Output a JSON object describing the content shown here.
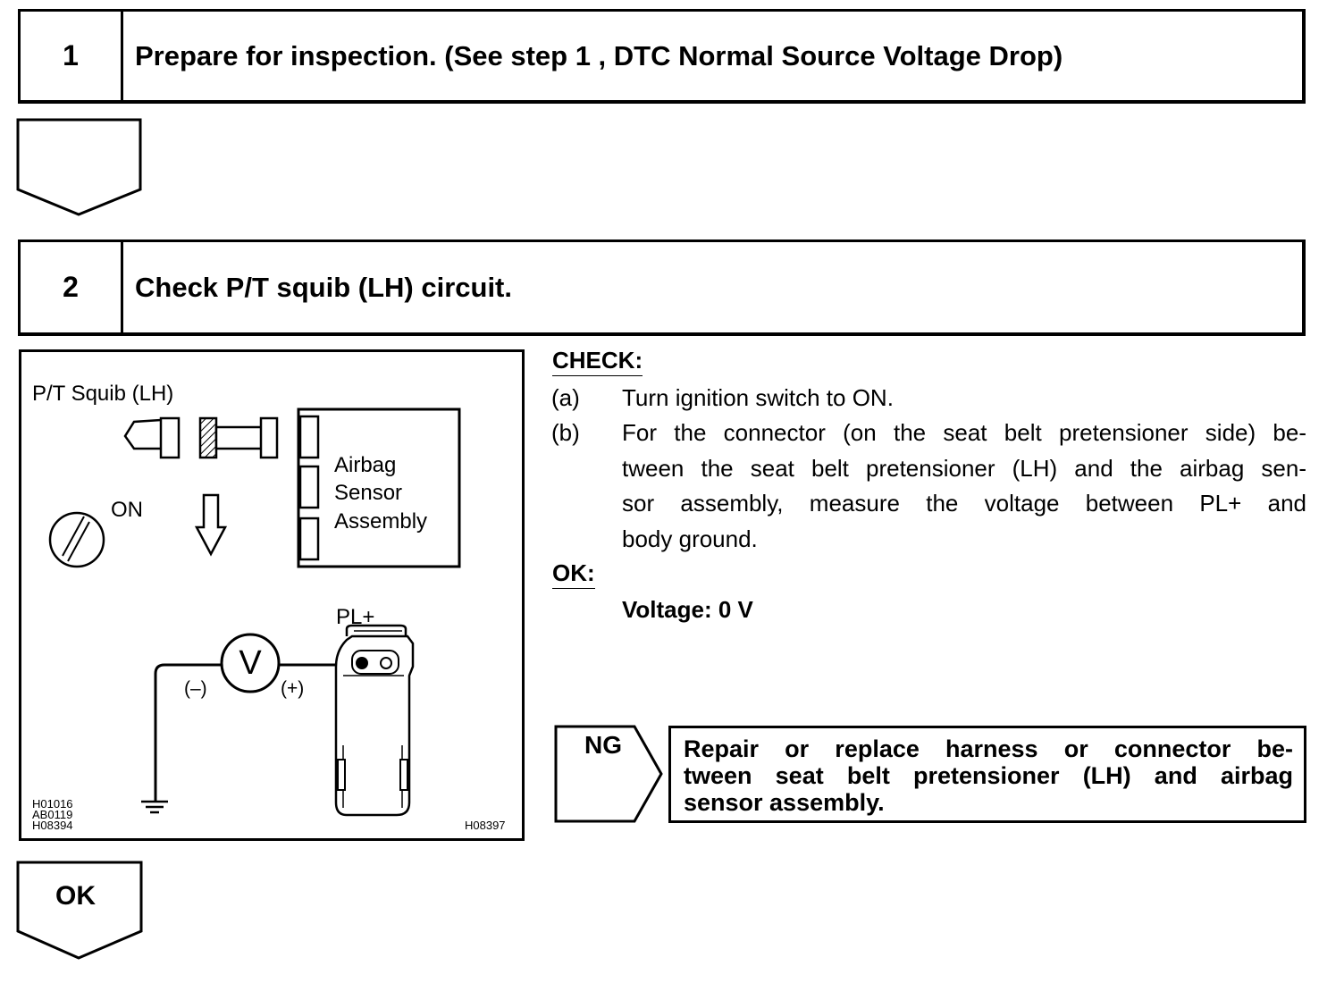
{
  "step1": {
    "number": "1",
    "title": "Prepare for inspection. (See step 1 , DTC Normal Source Voltage Drop)"
  },
  "step2": {
    "number": "2",
    "title": "Check P/T squib (LH) circuit."
  },
  "diagram": {
    "title": "P/T Squib (LH)",
    "on_label": "ON",
    "airbag_line1": "Airbag",
    "airbag_line2": "Sensor",
    "airbag_line3": "Assembly",
    "pl_label": "PL+",
    "voltmeter": "V",
    "minus": "(–)",
    "plus": "(+)",
    "code_left_1": "H01016",
    "code_left_2": "AB0119",
    "code_left_3": "H08394",
    "code_right": "H08397"
  },
  "check": {
    "heading": "CHECK:",
    "a_marker": "(a)",
    "a_text": "Turn ignition switch to ON.",
    "b_marker": "(b)",
    "b_line1": "For the connector (on the seat belt pretensioner side) be-",
    "b_line2": "tween the seat belt pretensioner (LH) and the airbag sen-",
    "b_line3": "sor assembly, measure the voltage between PL+ and",
    "b_line4": "body ground."
  },
  "ok_spec": {
    "heading": "OK:",
    "value": "Voltage: 0 V"
  },
  "ng": {
    "label": "NG",
    "action_line1": "Repair or replace harness or connector be-",
    "action_line2": "tween seat belt pretensioner (LH) and airbag",
    "action_line3": "sensor assembly."
  },
  "ok_arrow": {
    "label": "OK"
  }
}
